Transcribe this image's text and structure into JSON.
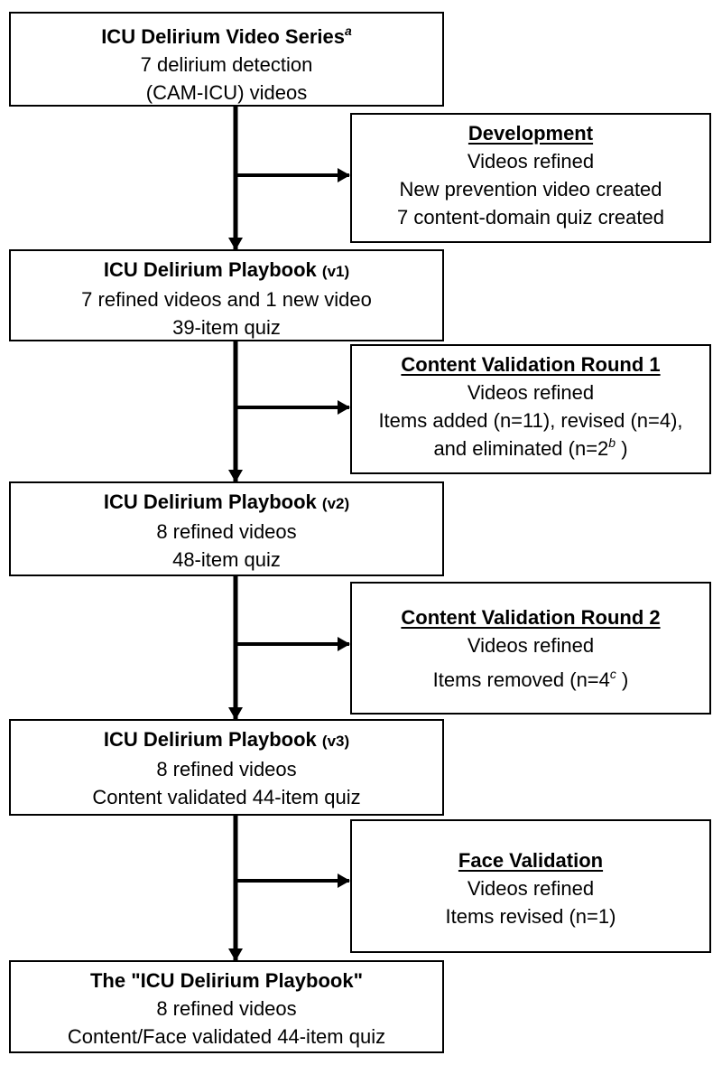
{
  "main_boxes": [
    {
      "title": "ICU Delirium Video Series",
      "title_sup": "a",
      "title_suffix": "",
      "lines": [
        "7 delirium detection",
        "(CAM-ICU) videos"
      ]
    },
    {
      "title": "ICU Delirium Playbook",
      "title_sup": "",
      "title_suffix": "(v1)",
      "lines": [
        "7 refined videos and 1 new video",
        "39-item quiz"
      ]
    },
    {
      "title": "ICU Delirium Playbook",
      "title_sup": "",
      "title_suffix": "(v2)",
      "lines": [
        "8 refined videos",
        "48-item quiz"
      ]
    },
    {
      "title": "ICU Delirium Playbook",
      "title_sup": "",
      "title_suffix": "(v3)",
      "lines": [
        "8 refined videos",
        "Content validated 44-item quiz"
      ]
    },
    {
      "title": "The \"ICU Delirium Playbook\"",
      "title_sup": "",
      "title_suffix": "",
      "lines": [
        "8 refined videos",
        "Content/Face validated 44-item quiz"
      ]
    }
  ],
  "side_boxes": [
    {
      "title": "Development",
      "lines": [
        "Videos refined",
        "New prevention video created",
        "7 content-domain quiz created"
      ]
    },
    {
      "title": "Content Validation Round 1",
      "lines": [
        "Videos refined",
        "Items added (n=11), revised (n=4),"
      ],
      "last_line": "and eliminated (n=2",
      "last_sup": "b",
      "last_close": " )"
    },
    {
      "title": "Content Validation Round 2",
      "lines": [
        "Videos refined"
      ],
      "last_line": "Items removed (n=4",
      "last_sup": "c",
      "last_close": " )"
    },
    {
      "title": "Face Validation",
      "lines": [
        "Videos refined",
        "Items revised (n=1)"
      ]
    }
  ]
}
